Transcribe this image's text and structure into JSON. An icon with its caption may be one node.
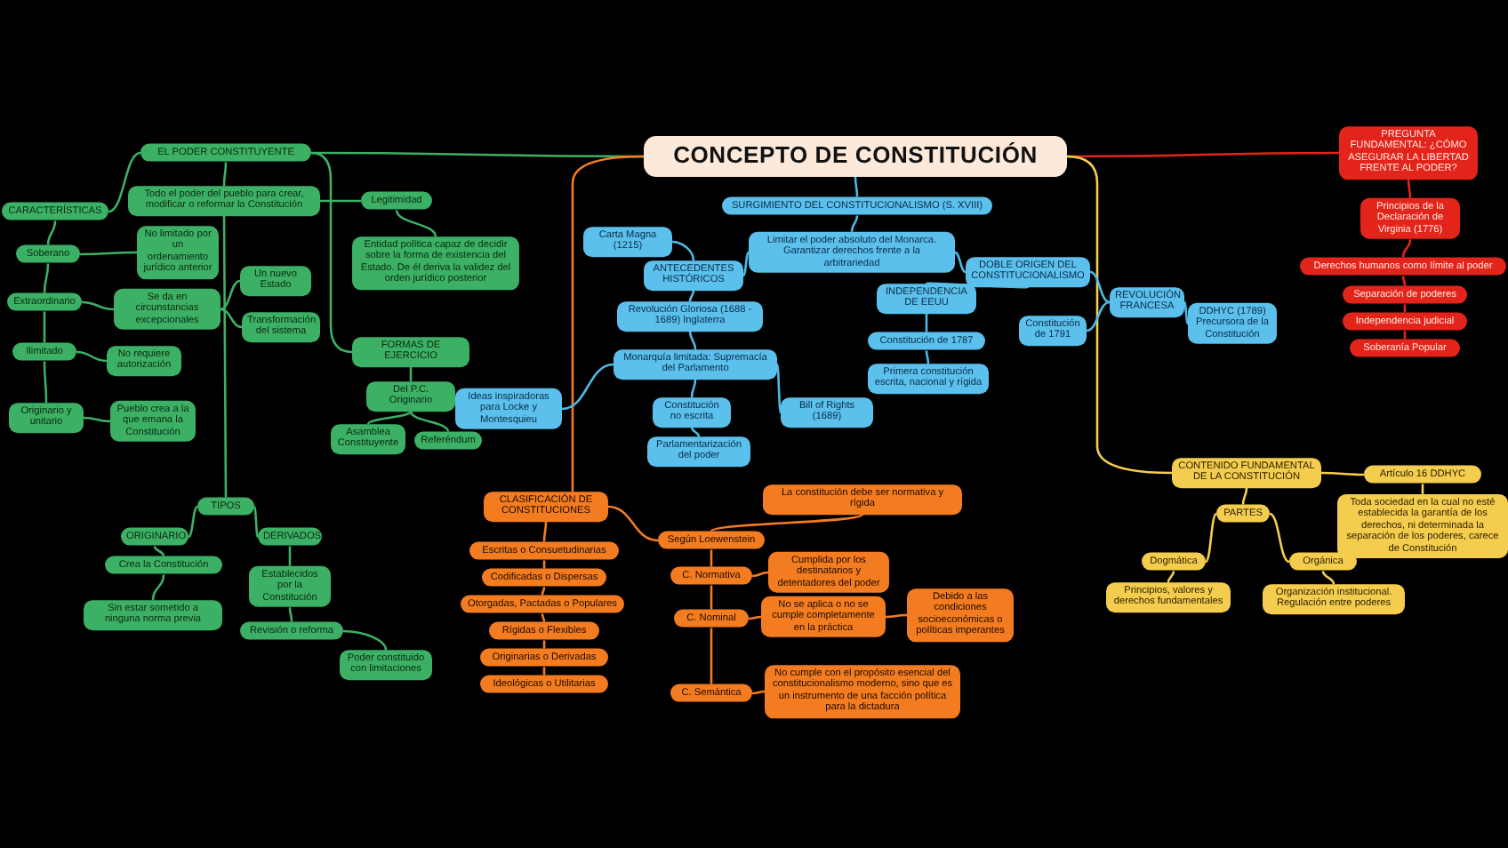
{
  "diagram": {
    "nodes": [
      {
        "text": [
          "CONCEPTO DE CONSTITUCIÓN"
        ]
      },
      {
        "text": [
          "EL PODER CONSTITUYENTE"
        ]
      },
      {
        "text": [
          "Todo el poder del pueblo para crear, modificar o reformar la Constitución"
        ]
      },
      {
        "text": [
          "CARACTERÍSTICAS"
        ]
      },
      {
        "text": [
          "Soberano"
        ]
      },
      {
        "text": [
          "Extraordinario"
        ]
      },
      {
        "text": [
          "Ilimitado"
        ]
      },
      {
        "text": [
          "Originario y unitario"
        ]
      },
      {
        "text": [
          "No limitado por un ordenamiento jurídico anterior"
        ]
      },
      {
        "text": [
          "Se da en circunstancias excepcionales"
        ]
      },
      {
        "text": [
          "No requiere autorización"
        ]
      },
      {
        "text": [
          "Pueblo crea a la que emana la Constitución"
        ]
      },
      {
        "text": [
          "Un nuevo Estado"
        ]
      },
      {
        "text": [
          "Transformación del sistema"
        ]
      },
      {
        "text": [
          "Legitimidad"
        ]
      },
      {
        "text": [
          "Entidad política capaz de decidir sobre la forma de existencia del Estado. De él deriva la validez del orden jurídico posterior"
        ]
      },
      {
        "text": [
          "FORMAS DE EJERCICIO"
        ]
      },
      {
        "text": [
          "Del P.C. Originario"
        ]
      },
      {
        "text": [
          "Asamblea Constituyente"
        ]
      },
      {
        "text": [
          "Referéndum"
        ]
      },
      {
        "text": [
          "TIPOS"
        ]
      },
      {
        "text": [
          "ORIGINARIO"
        ]
      },
      {
        "text": [
          "Crea la Constitución"
        ]
      },
      {
        "text": [
          "Sin estar sometido a ninguna norma previa"
        ]
      },
      {
        "text": [
          "DERIVADOS"
        ]
      },
      {
        "text": [
          "Establecidos por la Constitución"
        ]
      },
      {
        "text": [
          "Revisión o reforma"
        ]
      },
      {
        "text": [
          "Poder constituido con limitaciones"
        ]
      },
      {
        "text": [
          "SURGIMIENTO DEL CONSTITUCIONALISMO (S. XVIII)"
        ]
      },
      {
        "text": [
          "Limitar el poder absoluto del Monarca. Garantizar derechos frente a la arbitrariedad"
        ]
      },
      {
        "text": [
          "ANTECEDENTES HISTÓRICOS"
        ]
      },
      {
        "text": [
          "Carta Magna (1215)"
        ]
      },
      {
        "text": [
          "Revolución Gloriosa (1688 - 1689) Inglaterra"
        ]
      },
      {
        "text": [
          "Monarquía limitada: Supremacía del Parlamento"
        ]
      },
      {
        "text": [
          "Ideas inspiradoras para Locke y Montesquieu"
        ]
      },
      {
        "text": [
          "Constitución no escrita"
        ]
      },
      {
        "text": [
          "Parlamentarización del poder"
        ]
      },
      {
        "text": [
          "Bill of Rights (1689)"
        ]
      },
      {
        "text": [
          "INDEPENDENCIA DE EEUU"
        ]
      },
      {
        "text": [
          "Constitución de 1787"
        ]
      },
      {
        "text": [
          "Primera constitución escrita, nacional y rígida"
        ]
      },
      {
        "text": [
          "DOBLE ORIGEN DEL CONSTITUCIONALISMO"
        ]
      },
      {
        "text": [
          "REVOLUCIÓN FRANCESA"
        ]
      },
      {
        "text": [
          "Constitución de 1791"
        ]
      },
      {
        "text": [
          "DDHYC (1789) Precursora de la Constitución"
        ]
      },
      {
        "text": [
          "PREGUNTA FUNDAMENTAL: ¿CÓMO ASEGURAR LA LIBERTAD FRENTE AL PODER?"
        ]
      },
      {
        "text": [
          "Principios de la Declaración de Virginia (1776)"
        ]
      },
      {
        "text": [
          "Derechos humanos como límite al poder"
        ]
      },
      {
        "text": [
          "Separación de poderes"
        ]
      },
      {
        "text": [
          "Independencia judicial"
        ]
      },
      {
        "text": [
          "Soberanía Popular"
        ]
      },
      {
        "text": [
          "CONTENIDO FUNDAMENTAL DE LA CONSTITUCIÓN"
        ]
      },
      {
        "text": [
          "Artículo 16 DDHYC"
        ]
      },
      {
        "text": [
          "Toda sociedad en la cual no esté establecida la garantía de los derechos, ni determinada la separación de los poderes, carece de Constitución"
        ]
      },
      {
        "text": [
          "PARTES"
        ]
      },
      {
        "text": [
          "Dogmática"
        ]
      },
      {
        "text": [
          "Orgánica"
        ]
      },
      {
        "text": [
          "Principios, valores y derechos fundamentales"
        ]
      },
      {
        "text": [
          "Organización institucional. Regulación entre poderes"
        ]
      },
      {
        "text": [
          "CLASIFICACIÓN DE CONSTITUCIONES"
        ]
      },
      {
        "text": [
          "Escritas o Consuetudinarias"
        ]
      },
      {
        "text": [
          "Codificadas o Dispersas"
        ]
      },
      {
        "text": [
          "Otorgadas, Pactadas o Populares"
        ]
      },
      {
        "text": [
          "Rígidas o Flexibles"
        ]
      },
      {
        "text": [
          "Originarias o Derivadas"
        ]
      },
      {
        "text": [
          "Ideológicas o Utilitarias"
        ]
      },
      {
        "text": [
          "Según Loewenstein"
        ]
      },
      {
        "text": [
          "La constitución debe ser normativa y rígida"
        ]
      },
      {
        "text": [
          "C. Normativa"
        ]
      },
      {
        "text": [
          "Cumplida por los destinatarios y detentadores del poder"
        ]
      },
      {
        "text": [
          "C. Nominal"
        ]
      },
      {
        "text": [
          "No se aplica o no se cumple completamente en la práctica"
        ]
      },
      {
        "text": [
          "Debido a las condiciones socioeconómicas o políticas imperantes"
        ]
      },
      {
        "text": [
          "C. Semántica"
        ]
      },
      {
        "text": [
          "No cumple con el propósito esencial del constitucionalismo moderno, sino que es un instrumento de una facción política para la dictadura"
        ]
      }
    ],
    "edges": [
      {
        "from": 0,
        "to": 1,
        "arrow": "none"
      },
      {
        "from": 0,
        "to": 28,
        "arrow": "none",
        "color": "#4fb8e6"
      },
      {
        "from": 0,
        "to": 59,
        "arrow": "none",
        "color": "#f47c20"
      },
      {
        "from": 0,
        "to": 45,
        "arrow": "none",
        "color": "#e3241b"
      },
      {
        "from": 0,
        "to": 51,
        "arrow": "none",
        "color": "#f5cd4e"
      },
      {
        "from": 1,
        "to": 2,
        "arrow": "none"
      },
      {
        "from": 1,
        "to": 3,
        "arrow": "none"
      },
      {
        "from": 1,
        "to": 16,
        "arrow": "none"
      },
      {
        "from": 2,
        "to": 14,
        "arrow": "none"
      },
      {
        "from": 14,
        "to": 15,
        "arrow": "none"
      },
      {
        "from": 3,
        "to": 4,
        "arrow": "none"
      },
      {
        "from": 4,
        "to": 5,
        "arrow": "none"
      },
      {
        "from": 5,
        "to": 6,
        "arrow": "none"
      },
      {
        "from": 6,
        "to": 7,
        "arrow": "none"
      },
      {
        "from": 4,
        "to": 8,
        "arrow": "none"
      },
      {
        "from": 5,
        "to": 9,
        "arrow": "none"
      },
      {
        "from": 6,
        "to": 10,
        "arrow": "none"
      },
      {
        "from": 7,
        "to": 11,
        "arrow": "none"
      },
      {
        "from": 9,
        "to": 12,
        "arrow": "none"
      },
      {
        "from": 9,
        "to": 13,
        "arrow": "none"
      },
      {
        "from": 16,
        "to": 17,
        "arrow": "none"
      },
      {
        "from": 17,
        "to": 18,
        "arrow": "none"
      },
      {
        "from": 17,
        "to": 19,
        "arrow": "none"
      },
      {
        "from": 2,
        "to": 20,
        "arrow": "none"
      },
      {
        "from": 20,
        "to": 21,
        "arrow": "none"
      },
      {
        "from": 20,
        "to": 24,
        "arrow": "none"
      },
      {
        "from": 21,
        "to": 22,
        "arrow": "none"
      },
      {
        "from": 22,
        "to": 23,
        "arrow": "none"
      },
      {
        "from": 24,
        "to": 25,
        "arrow": "none"
      },
      {
        "from": 25,
        "to": 26,
        "arrow": "none"
      },
      {
        "from": 26,
        "to": 27,
        "arrow": "none"
      },
      {
        "from": 28,
        "to": 29,
        "arrow": "none",
        "color": "#4fb8e6"
      },
      {
        "from": 29,
        "to": 30,
        "arrow": "none",
        "color": "#4fb8e6"
      },
      {
        "from": 29,
        "to": 41,
        "arrow": "none",
        "color": "#4fb8e6"
      },
      {
        "from": 30,
        "to": 31,
        "arrow": "none",
        "color": "#4fb8e6"
      },
      {
        "from": 30,
        "to": 32,
        "arrow": "none",
        "color": "#4fb8e6"
      },
      {
        "from": 32,
        "to": 33,
        "arrow": "none",
        "color": "#4fb8e6"
      },
      {
        "from": 33,
        "to": 34,
        "arrow": "none",
        "color": "#4fb8e6"
      },
      {
        "from": 33,
        "to": 35,
        "arrow": "none",
        "color": "#4fb8e6"
      },
      {
        "from": 33,
        "to": 37,
        "arrow": "none",
        "color": "#4fb8e6"
      },
      {
        "from": 35,
        "to": 36,
        "arrow": "none",
        "color": "#4fb8e6"
      },
      {
        "from": 41,
        "to": 38,
        "arrow": "none",
        "color": "#4fb8e6"
      },
      {
        "from": 38,
        "to": 39,
        "arrow": "none",
        "color": "#4fb8e6"
      },
      {
        "from": 39,
        "to": 40,
        "arrow": "none",
        "color": "#4fb8e6"
      },
      {
        "from": 41,
        "to": 42,
        "arrow": "none",
        "color": "#4fb8e6"
      },
      {
        "from": 42,
        "to": 43,
        "arrow": "none",
        "color": "#4fb8e6"
      },
      {
        "from": 42,
        "to": 44,
        "arrow": "none",
        "color": "#4fb8e6"
      },
      {
        "from": 45,
        "to": 46,
        "arrow": "none",
        "color": "#e3241b"
      },
      {
        "from": 46,
        "to": 47,
        "arrow": "none",
        "color": "#e3241b"
      },
      {
        "from": 47,
        "to": 48,
        "arrow": "none",
        "color": "#e3241b"
      },
      {
        "from": 48,
        "to": 49,
        "arrow": "none",
        "color": "#e3241b"
      },
      {
        "from": 49,
        "to": 50,
        "arrow": "none",
        "color": "#e3241b"
      },
      {
        "from": 51,
        "to": 52,
        "arrow": "none",
        "color": "#f5cd4e"
      },
      {
        "from": 52,
        "to": 53,
        "arrow": "none",
        "color": "#f5cd4e"
      },
      {
        "from": 51,
        "to": 54,
        "arrow": "none",
        "color": "#f5cd4e"
      },
      {
        "from": 54,
        "to": 55,
        "arrow": "none",
        "color": "#f5cd4e"
      },
      {
        "from": 54,
        "to": 56,
        "arrow": "none",
        "color": "#f5cd4e"
      },
      {
        "from": 55,
        "to": 57,
        "arrow": "none",
        "color": "#f5cd4e"
      },
      {
        "from": 56,
        "to": 58,
        "arrow": "none",
        "color": "#f5cd4e"
      },
      {
        "from": 59,
        "to": 60,
        "arrow": "none",
        "color": "#f47c20"
      },
      {
        "from": 60,
        "to": 61,
        "arrow": "none",
        "color": "#f47c20"
      },
      {
        "from": 61,
        "to": 62,
        "arrow": "none",
        "color": "#f47c20"
      },
      {
        "from": 62,
        "to": 63,
        "arrow": "none",
        "color": "#f47c20"
      },
      {
        "from": 63,
        "to": 64,
        "arrow": "none",
        "color": "#f47c20"
      },
      {
        "from": 64,
        "to": 65,
        "arrow": "none",
        "color": "#f47c20"
      },
      {
        "from": 59,
        "to": 66,
        "arrow": "none",
        "color": "#f47c20"
      },
      {
        "from": 66,
        "to": 67,
        "arrow": "none",
        "color": "#f47c20"
      },
      {
        "from": 66,
        "to": 68,
        "arrow": "none",
        "color": "#f47c20"
      },
      {
        "from": 68,
        "to": 69,
        "arrow": "none",
        "color": "#f47c20"
      },
      {
        "from": 68,
        "to": 70,
        "arrow": "none",
        "color": "#f47c20"
      },
      {
        "from": 70,
        "to": 71,
        "arrow": "none",
        "color": "#f47c20"
      },
      {
        "from": 71,
        "to": 72,
        "arrow": "none",
        "color": "#f47c20"
      },
      {
        "from": 70,
        "to": 73,
        "arrow": "none",
        "color": "#f47c20"
      },
      {
        "from": 73,
        "to": 74,
        "arrow": "none",
        "color": "#f47c20"
      }
    ]
  }
}
